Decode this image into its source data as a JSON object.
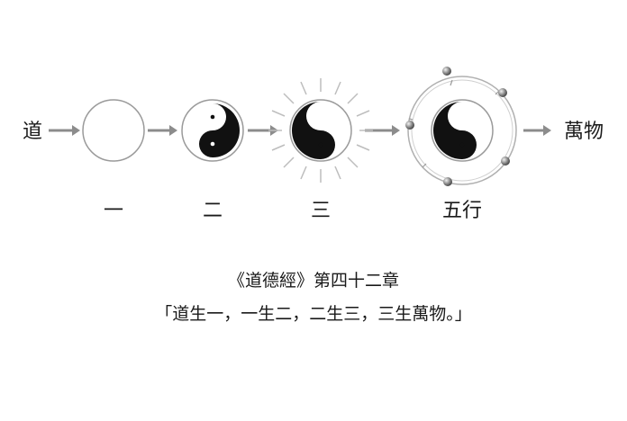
{
  "diagram": {
    "start_label": "道",
    "end_label": "萬物",
    "stages": [
      {
        "label": "一"
      },
      {
        "label": "二"
      },
      {
        "label": "三"
      },
      {
        "label": "五行"
      }
    ],
    "colors": {
      "arrow": "#8c8c8c",
      "outline": "#9a9a9a",
      "ink": "#111111",
      "rays": "#bdbdbd",
      "orbit": "#b0b0b0",
      "planet": "#7a7a7a"
    },
    "icons": [
      "empty-circle-icon",
      "taiji-icon",
      "radiant-taiji-icon",
      "orbit-taiji-icon"
    ]
  },
  "caption": {
    "line1": "《道德經》第四十二章",
    "line2": "「道生一，一生二，二生三，三生萬物。」"
  }
}
